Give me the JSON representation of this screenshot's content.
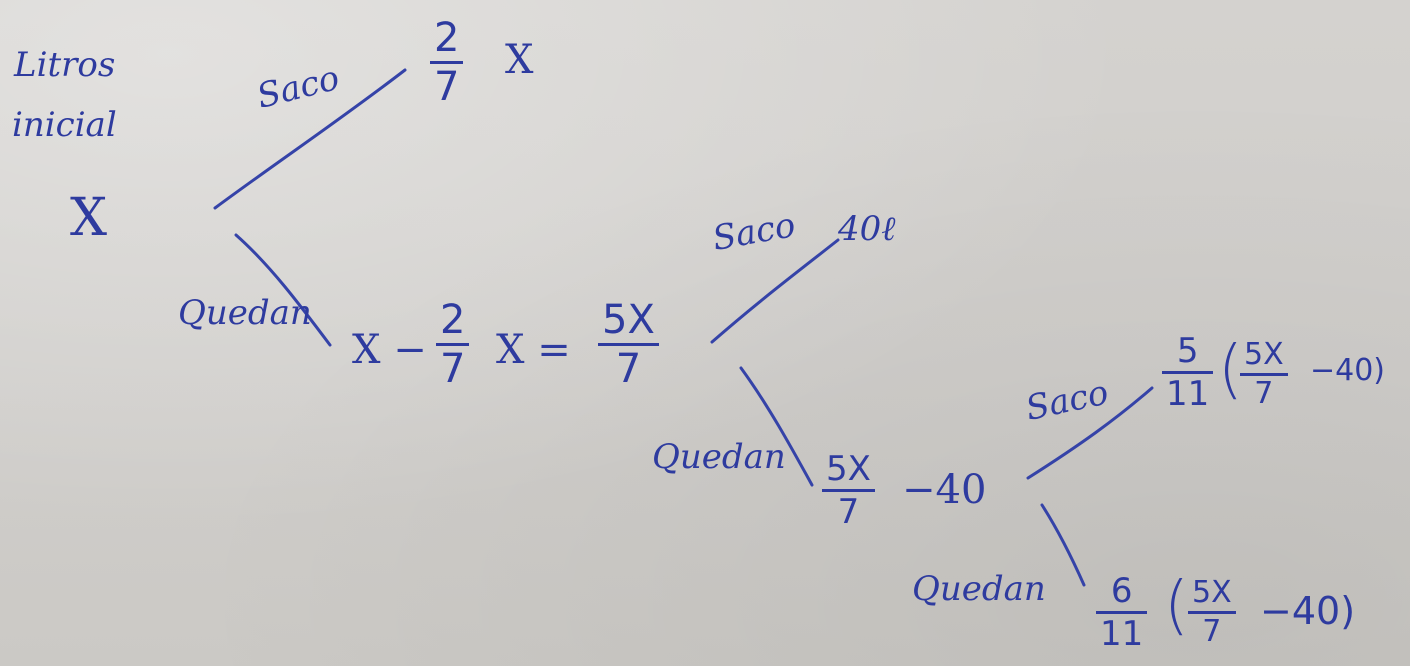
{
  "root": {
    "label_line1": "Litros",
    "label_line2": "inicial",
    "value": "X"
  },
  "level1": {
    "branch_saco": "Saco",
    "saco_numerator": "2",
    "saco_denominator": "7",
    "saco_variable": "X",
    "branch_quedan": "Quedan",
    "quedan_lead": "X −",
    "quedan_numerator": "2",
    "quedan_denominator": "7",
    "quedan_mid": "X =",
    "quedan_result_numerator": "5X",
    "quedan_result_denominator": "7"
  },
  "level2": {
    "branch_saco": "Saco",
    "saco_value": "40ℓ",
    "branch_quedan": "Quedan",
    "quedan_numerator": "5X",
    "quedan_denominator": "7",
    "quedan_tail": "−40"
  },
  "level3": {
    "branch_saco": "Saco",
    "saco_coef_numerator": "5",
    "saco_coef_denominator": "11",
    "saco_open": "(",
    "saco_inner_numerator": "5X",
    "saco_inner_denominator": "7",
    "saco_inner_tail": "−40)",
    "branch_quedan": "Quedan",
    "quedan_coef_numerator": "6",
    "quedan_coef_denominator": "11",
    "quedan_open": "(",
    "quedan_inner_numerator": "5X",
    "quedan_inner_denominator": "7",
    "quedan_inner_tail": "−40)"
  },
  "colors": {
    "ink": "#2e3b9f",
    "paper": "#d0cecb"
  }
}
